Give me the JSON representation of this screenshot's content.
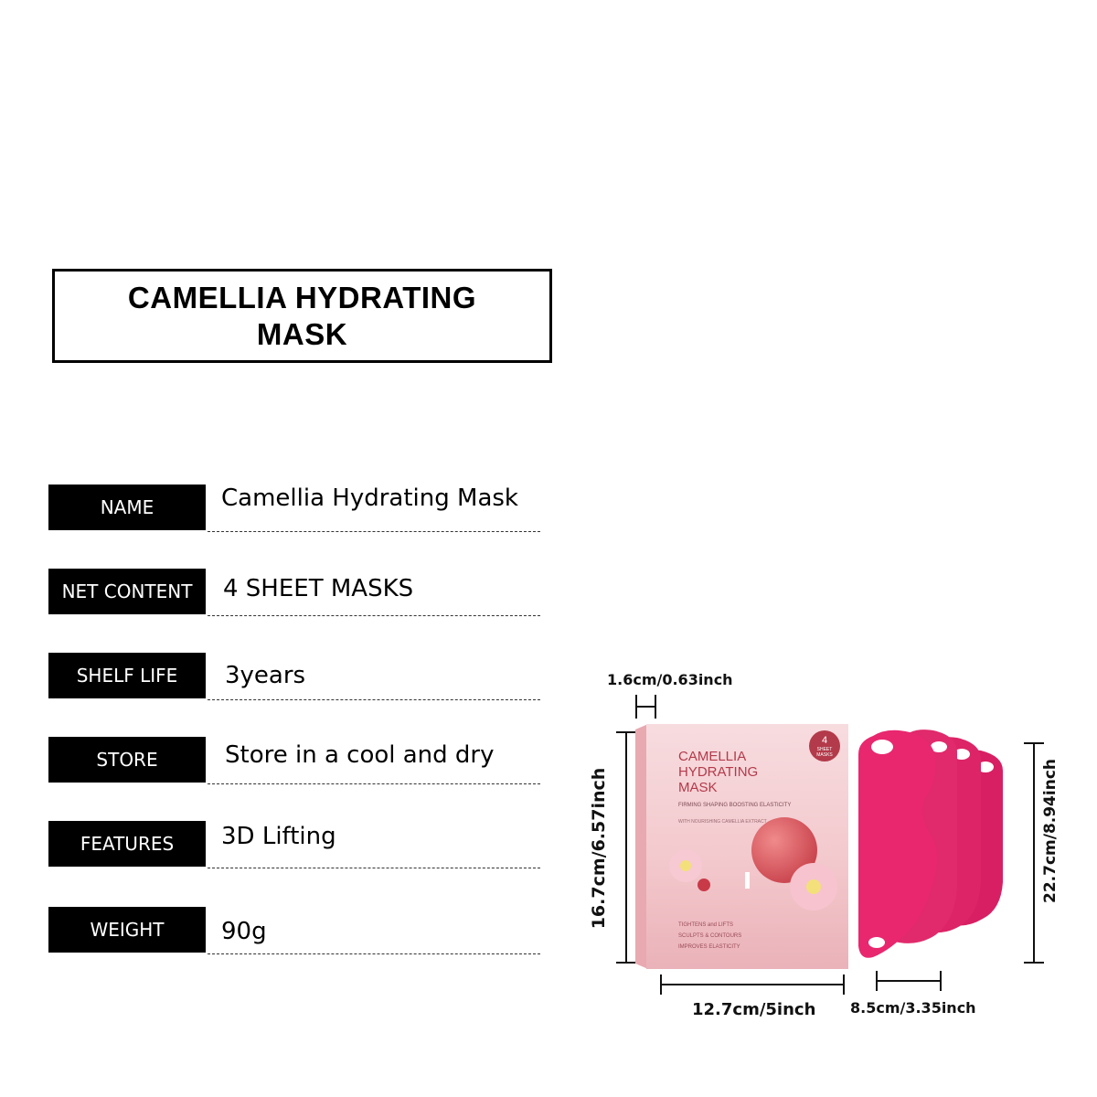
{
  "title": "CAMELLIA HYDRATING MASK",
  "specs": [
    {
      "label": "NAME",
      "value": "Camellia Hydrating Mask"
    },
    {
      "label": "NET  CONTENT",
      "value": "4 SHEET MASKS"
    },
    {
      "label": "SHELF LIFE",
      "value": "3years"
    },
    {
      "label": "STORE",
      "value": "Store in a cool and dry"
    },
    {
      "label": "FEATURES",
      "value": "3D Lifting"
    },
    {
      "label": "WEIGHT",
      "value": "90g"
    }
  ],
  "dimensions": {
    "depth": "1.6cm/0.63inch",
    "box_height": "16.7cm/6.57inch",
    "box_width": "12.7cm/5inch",
    "mask_height": "22.7cm/8.94inch",
    "mask_width": "8.5cm/3.35inch"
  },
  "package": {
    "brand_line1": "CAMELLIA",
    "brand_line2": "HYDRATING",
    "brand_line3": "MASK",
    "tagline": "FIRMING SHAPING BOOSTING ELASTICITY",
    "subline": "WITH NOURISHING CAMELLIA EXTRACT",
    "badge_number": "4",
    "badge_line1": "SHEET",
    "badge_line2": "MASKS",
    "bullets": [
      "TIGHTENS and LIFTS",
      "SCULPTS & CONTOURS",
      "IMPROVES ELASTICITY"
    ]
  },
  "colors": {
    "mask": "#e8276f",
    "box_pink": "#f4c6cc",
    "accent": "#b33a4a"
  }
}
